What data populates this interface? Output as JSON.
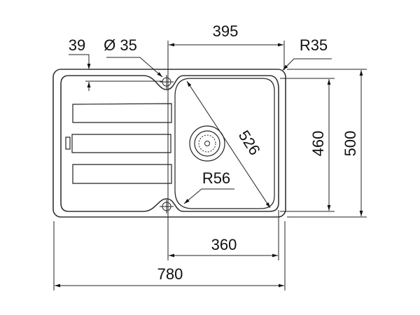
{
  "dimensions": {
    "top_width": "395",
    "corner_radius": "R35",
    "edge_offset": "39",
    "tap_hole": "Ø 35",
    "bowl_height": "460",
    "total_height": "500",
    "bowl_width": "360",
    "total_width": "780",
    "bowl_diagonal": "526",
    "bowl_radius": "R56"
  }
}
